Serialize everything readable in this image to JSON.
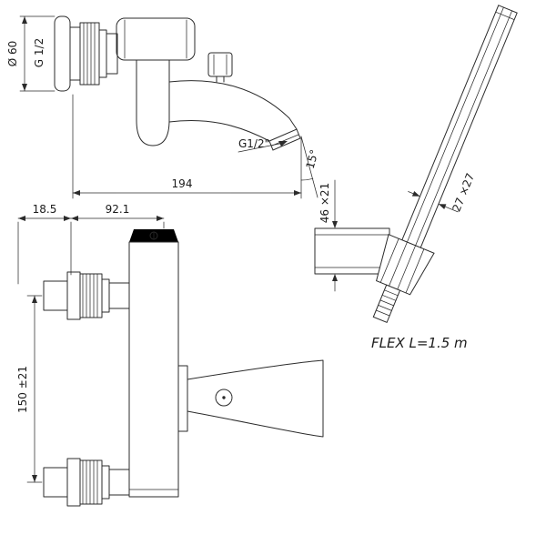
{
  "labels": {
    "flange_diameter": "Ø 60",
    "inlet_thread": "G 1/2",
    "spout_thread": "G1/2\"",
    "spout_angle": "15°",
    "spout_reach": "194",
    "offset_left": "18.5",
    "offset_right": "92.1",
    "inlet_centers": "150 ±21",
    "bracket_size": "46 ×21",
    "handle_section": "27 ×27",
    "flex_note": "FLEX L=1.5 m"
  }
}
